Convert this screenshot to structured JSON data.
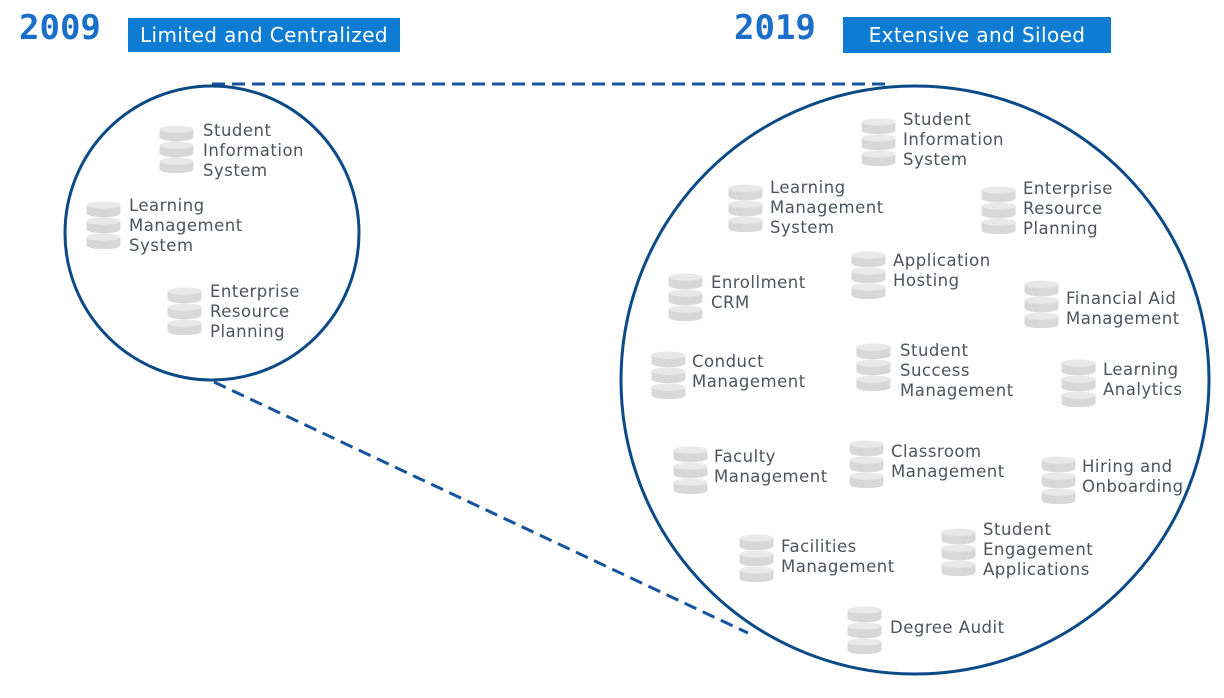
{
  "timeline": {
    "left": {
      "year": "2009",
      "label": "Limited and Centralized"
    },
    "right": {
      "year": "2019",
      "label": "Extensive and Siloed"
    }
  },
  "small_circle": {
    "name": "2009 systems circle",
    "items": [
      {
        "label": "Student\nInformation\nSystem"
      },
      {
        "label": "Learning\nManagement\nSystem"
      },
      {
        "label": "Enterprise\nResource\nPlanning"
      }
    ]
  },
  "large_circle": {
    "name": "2019 systems circle",
    "items": [
      {
        "label": "Student\nInformation\nSystem"
      },
      {
        "label": "Learning\nManagement\nSystem"
      },
      {
        "label": "Enterprise\nResource\nPlanning"
      },
      {
        "label": "Application\nHosting"
      },
      {
        "label": "Enrollment\nCRM"
      },
      {
        "label": "Financial Aid\nManagement"
      },
      {
        "label": "Conduct\nManagement"
      },
      {
        "label": "Student\nSuccess\nManagement"
      },
      {
        "label": "Learning\nAnalytics"
      },
      {
        "label": "Faculty\nManagement"
      },
      {
        "label": "Classroom\nManagement"
      },
      {
        "label": "Hiring and\nOnboarding"
      },
      {
        "label": "Facilities\nManagement"
      },
      {
        "label": "Student\nEngagement\nApplications"
      },
      {
        "label": "Degree Audit"
      }
    ]
  },
  "icons": {
    "database": "database-icon"
  },
  "colors": {
    "badge_blue": "#0d7cd2",
    "year_blue": "#1c6fc8",
    "circle_navy": "#0c4a87",
    "dash_blue": "#15539e",
    "label_gray": "#4e545b",
    "db_body_gray": "#d8d8d8",
    "db_top_gray": "#e9e9e9"
  }
}
